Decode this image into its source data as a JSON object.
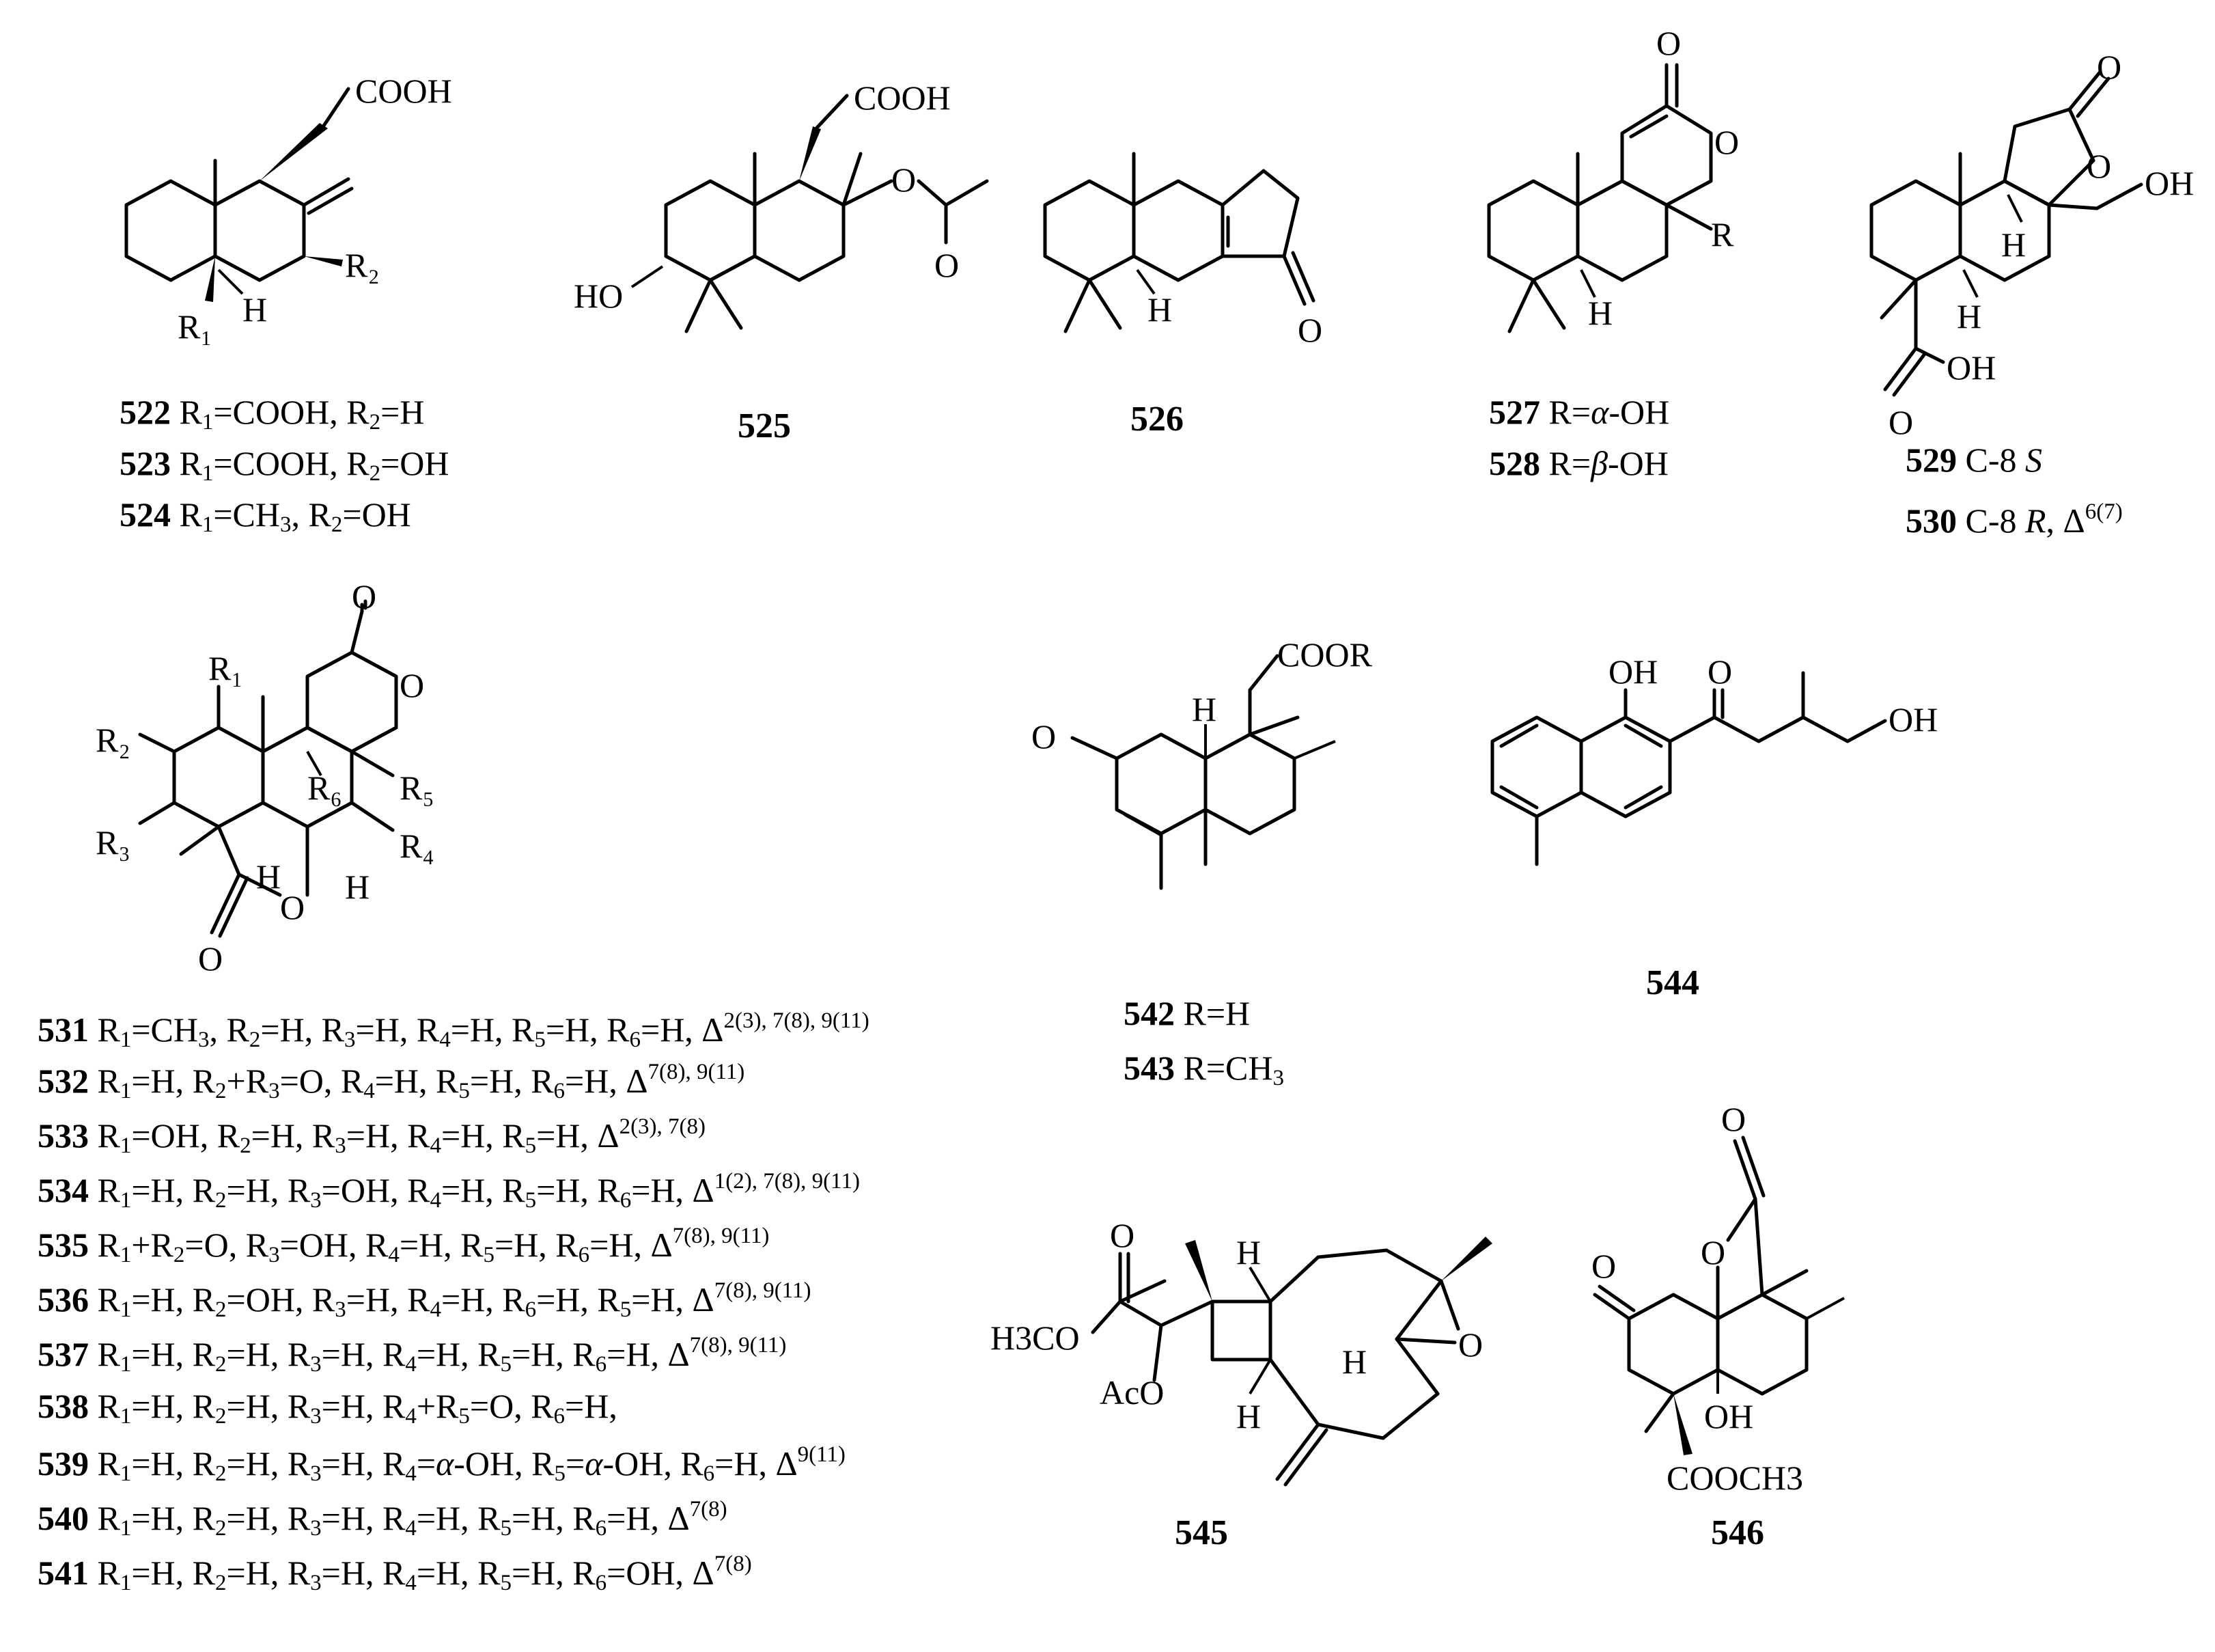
{
  "compounds": {
    "c522": {
      "num": "522",
      "sub": "R1=COOH, R2=H"
    },
    "c523": {
      "num": "523",
      "sub": "R1=COOH, R2=OH"
    },
    "c524": {
      "num": "524",
      "sub": "R1=CH3, R2=OH"
    },
    "c525": {
      "num": "525"
    },
    "c526": {
      "num": "526"
    },
    "c527": {
      "num": "527",
      "sub": "R=α-OH"
    },
    "c528": {
      "num": "528",
      "sub": "R=β-OH"
    },
    "c529": {
      "num": "529",
      "sub": "C-8 S"
    },
    "c530": {
      "num": "530",
      "sub": "C-8 R, Δ6(7)"
    },
    "c531": {
      "num": "531",
      "sub": "R1=CH3, R2=H, R3=H, R4=H, R5=H, R6=H, Δ2(3), 7(8), 9(11)"
    },
    "c532": {
      "num": "532",
      "sub": "R1=H, R2+R3=O, R4=H, R5=H, R6=H, Δ7(8), 9(11)"
    },
    "c533": {
      "num": "533",
      "sub": "R1=OH, R2=H, R3=H, R4=H, R5=H, Δ2(3), 7(8)"
    },
    "c534": {
      "num": "534",
      "sub": "R1=H, R2=H, R3=OH, R4=H, R5=H, R6=H, Δ1(2), 7(8), 9(11)"
    },
    "c535": {
      "num": "535",
      "sub": "R1+R2=O, R3=OH, R4=H, R5=H, R6=H, Δ7(8), 9(11)"
    },
    "c536": {
      "num": "536",
      "sub": "R1=H, R2=OH, R3=H, R4=H, R6=H, R5=H, Δ7(8), 9(11)"
    },
    "c537": {
      "num": "537",
      "sub": "R1=H, R2=H, R3=H, R4=H, R5=H, R6=H, Δ7(8), 9(11)"
    },
    "c538": {
      "num": "538",
      "sub": "R1=H, R2=H, R3=H, R4+R5=O, R6=H,"
    },
    "c539": {
      "num": "539",
      "sub": "R1=H, R2=H, R3=H, R4=α-OH, R5=α-OH, R6=H, Δ9(11)"
    },
    "c540": {
      "num": "540",
      "sub": "R1=H, R2=H, R3=H, R4=H, R5=H, R6=H, Δ7(8)"
    },
    "c541": {
      "num": "541",
      "sub": "R1=H, R2=H, R3=H, R4=H, R5=H, R6=OH, Δ7(8)"
    },
    "c542": {
      "num": "542",
      "sub": "R=H"
    },
    "c543": {
      "num": "543",
      "sub": "R=CH3"
    },
    "c544": {
      "num": "544"
    },
    "c545": {
      "num": "545"
    },
    "c546": {
      "num": "546"
    }
  },
  "atoms": {
    "cooh": "COOH",
    "cooh2": "COOH",
    "oh": "OH",
    "ho": "HO",
    "h": "H",
    "o": "O",
    "r": "R",
    "r1": "R1",
    "r2": "R2",
    "r3": "R3",
    "r4": "R4",
    "r5": "R5",
    "r6": "R6",
    "coor": "COOR",
    "h3co": "H3CO",
    "aco": "AcO",
    "cooch3": "COOCH3"
  }
}
